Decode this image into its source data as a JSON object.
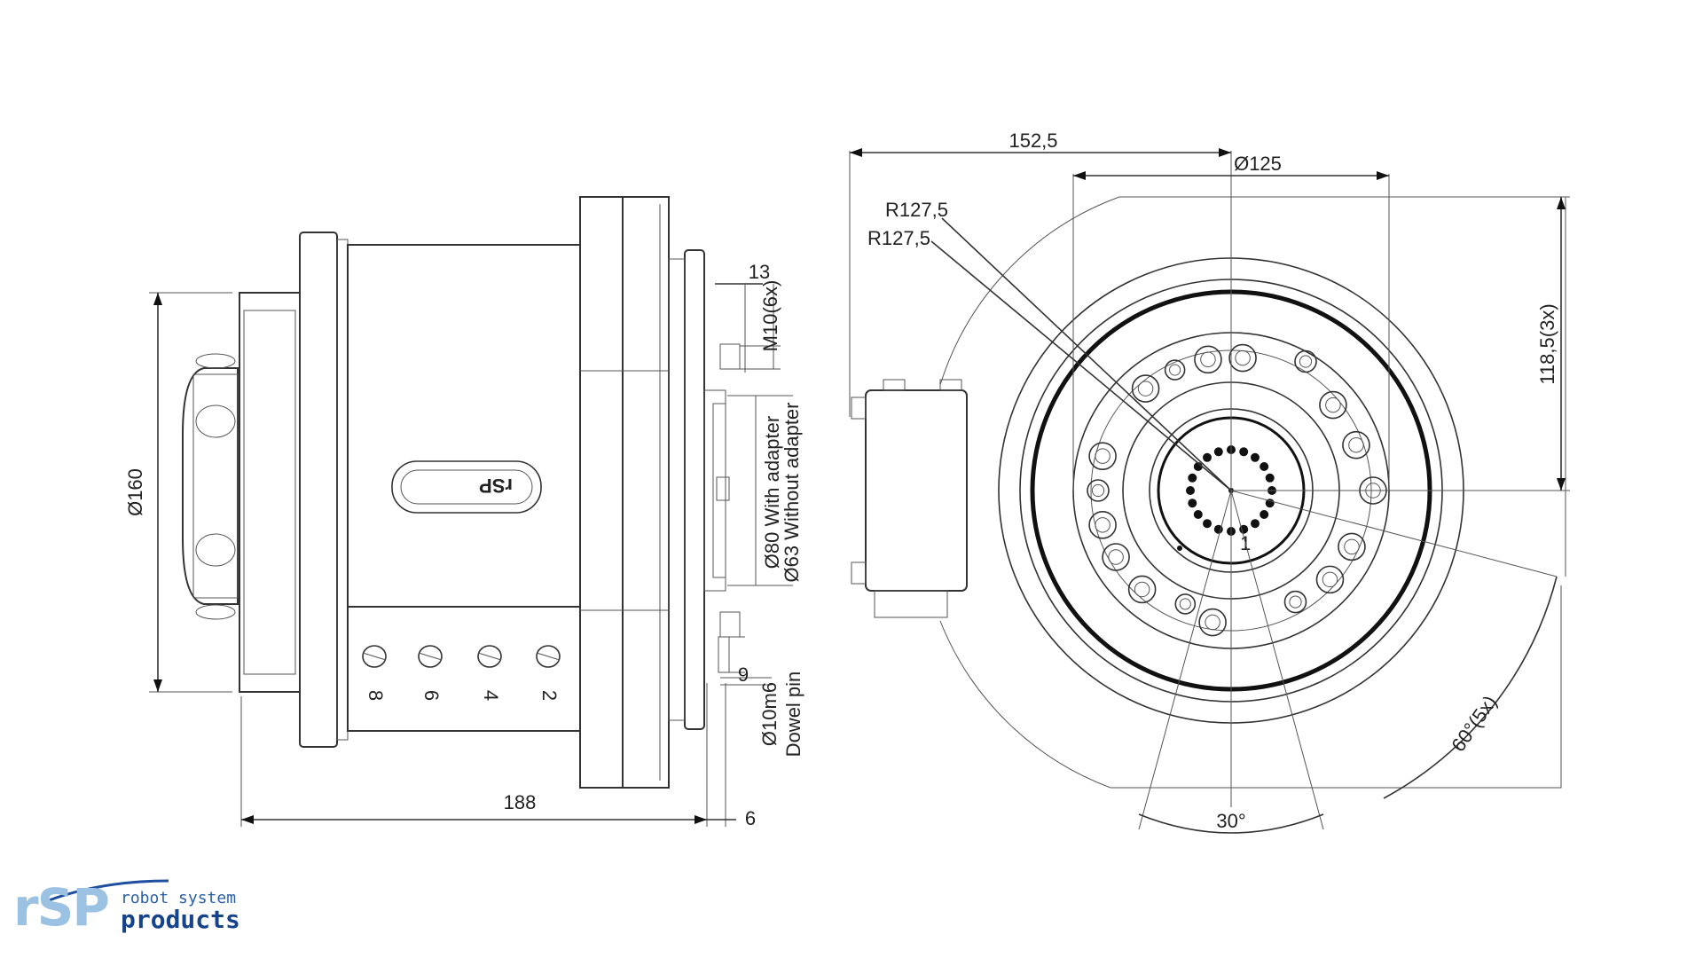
{
  "side_view": {
    "dim_diameter_160": "Ø160",
    "dim_length_188": "188",
    "dim_6": "6",
    "dim_13": "13",
    "dim_thread": "M10(6x)",
    "dim_bore_with_adapter": "Ø80 With adapter",
    "dim_bore_without_adapter": "Ø63 Without adapter",
    "dim_9": "9",
    "dim_dowel_diameter": "Ø10m6",
    "dim_dowel_label": "Dowel pin",
    "port_numbers": [
      "8",
      "6",
      "4",
      "2"
    ],
    "body_label": "rSP"
  },
  "front_view": {
    "dim_152_5": "152,5",
    "dim_d125": "Ø125",
    "dim_r127_5_a": "R127,5",
    "dim_r127_5_b": "R127,5",
    "dim_118_5": "118,5(3x)",
    "dim_60deg": "60°(5x)",
    "dim_30deg": "30°",
    "pin_number": "1"
  },
  "logo": {
    "mark": "rSP",
    "line1": "robot system",
    "line2": "products",
    "colors": {
      "mark": "#9bc1e3",
      "line1": "#2b5fa6",
      "line2": "#16448c",
      "swoosh": "#1f4fa0"
    }
  }
}
